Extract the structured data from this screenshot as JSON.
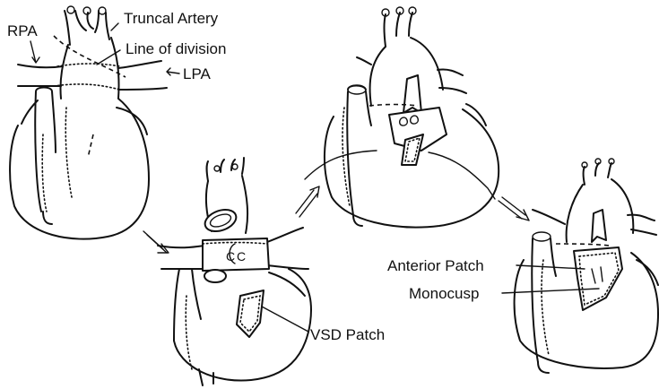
{
  "labels": {
    "rpa": "RPA",
    "truncal_artery": "Truncal Artery",
    "line_of_division": "Line of division",
    "lpa": "LPA",
    "anterior_patch": "Anterior Patch",
    "monocusp": "Monocusp",
    "vsd_patch": "VSD Patch"
  },
  "colors": {
    "ink": "#111111",
    "background": "#ffffff"
  },
  "icons": [
    "arrow-right-down-icon",
    "arrow-right-up-icon",
    "arrow-right-down-icon"
  ]
}
